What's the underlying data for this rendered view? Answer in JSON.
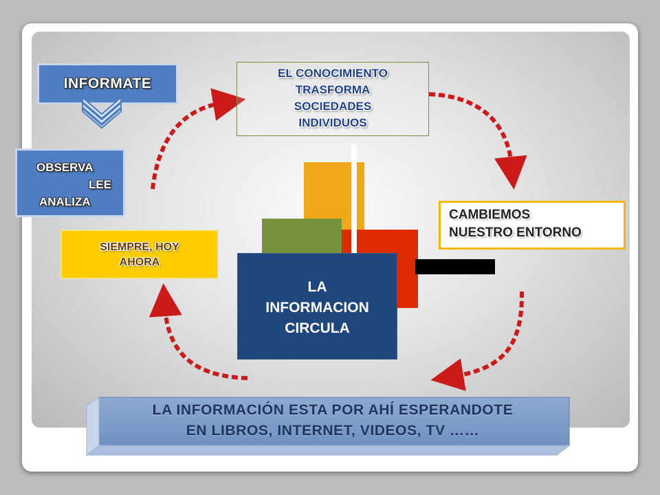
{
  "diagram": {
    "informate": "INFORMATE",
    "observa_lines": [
      "OBSERVA",
      "LEE",
      "ANALIZA"
    ],
    "siempre_lines": [
      "SIEMPRE, HOY",
      "AHORA"
    ],
    "conocimiento_lines": [
      "EL CONOCIMIENTO",
      "TRASFORMA",
      "SOCIEDADES",
      "INDIVIDUOS"
    ],
    "cambiemos_lines": [
      "CAMBIEMOS",
      "NUESTRO ENTORNO"
    ],
    "center_lines": [
      "LA",
      "INFORMACION",
      "CIRCULA"
    ],
    "banner_lines": [
      "LA INFORMACIÓN ESTA POR AHÍ ESPERANDOTE",
      "EN LIBROS, INTERNET, VIDEOS, TV ……"
    ]
  },
  "colors": {
    "box_blue": "#4f7fc2",
    "center_navy": "#1f477d",
    "yellow": "#ffcc00",
    "orange_border": "#f7b600",
    "arrow_red": "#cc1a1a",
    "block_orange": "#f0a818",
    "block_green": "#76923c",
    "block_red": "#dd2a00",
    "banner_blue": "#7e9ec9"
  },
  "icons": {
    "cycle_arrows": "dashed-curved-arrow-icon",
    "informate_marker": "triple-chevron-down-icon"
  }
}
